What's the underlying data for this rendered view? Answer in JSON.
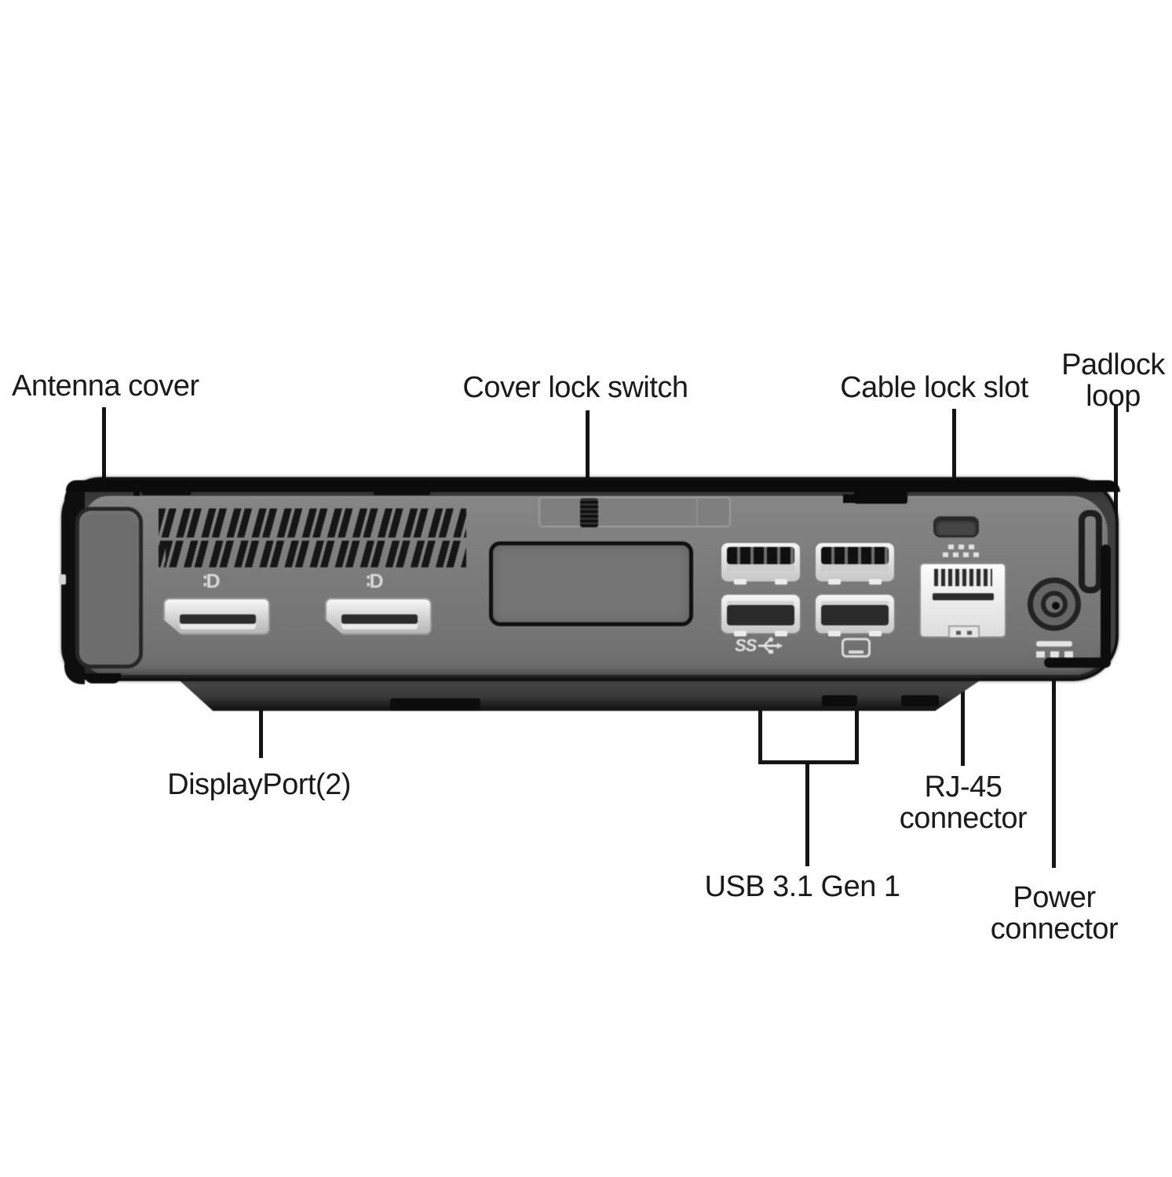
{
  "figure": {
    "title_implicit": "Rear panel callout diagram of a mini desktop computer",
    "colors": {
      "background": "#ffffff",
      "label_text": "#1a1a1a",
      "leader_line": "#141414",
      "chassis_frame": "#2e2e2e",
      "rear_panel": "#7b7b7b",
      "port_white": "#efefef"
    },
    "labels": {
      "antenna_cover": "Antenna cover",
      "cover_lock_switch": "Cover lock switch",
      "cable_lock_slot": "Cable lock slot",
      "padlock_loop_line1": "Padlock",
      "padlock_loop_line2": "loop",
      "displayport": "DisplayPort(2)",
      "usb": "USB 3.1 Gen 1",
      "rj45_line1": "RJ-45",
      "rj45_line2": "connector",
      "power_line1": "Power",
      "power_line2": "connector"
    },
    "icons": {
      "displayport_glyph": "∶D",
      "superspeed_usb_text": "SS",
      "network_icon": "lan-cluster",
      "power_icon": "dc-bar-over-dashes",
      "usb_monitor_icon": "display-outline"
    },
    "ports_shown": {
      "displayport_count": 2,
      "usb_count": 4,
      "rj45_count": 1,
      "power_count": 1
    }
  }
}
